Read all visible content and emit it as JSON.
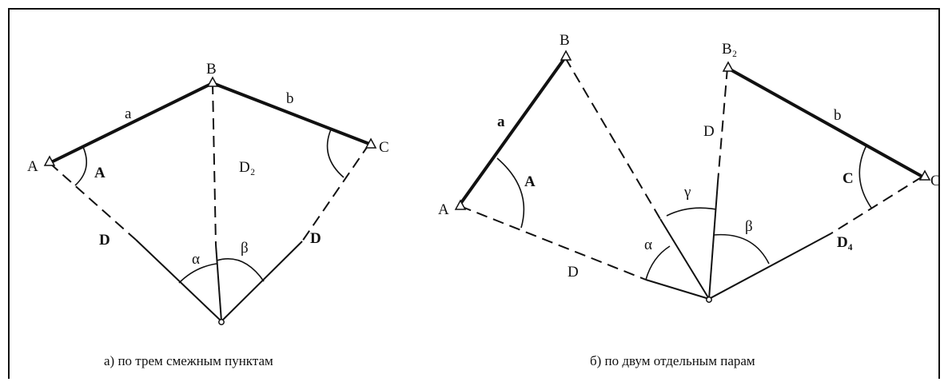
{
  "panel_a": {
    "caption": "а) по трем смежным пунктам",
    "points": {
      "A": "A",
      "B": "B",
      "C": "C"
    },
    "sides": {
      "a": "a",
      "b": "b",
      "D_left": "D",
      "D_right": "D",
      "D2": "D₂"
    },
    "angles": {
      "A": "A",
      "alpha": "α",
      "beta": "β"
    }
  },
  "panel_b": {
    "caption": "б) по двум отдельным парам",
    "points": {
      "A": "A",
      "B": "B",
      "B2": "B₂",
      "C": "C"
    },
    "sides": {
      "a": "a",
      "b": "b",
      "D": "D",
      "D_mid": "D",
      "D4": "D₄"
    },
    "angles": {
      "A": "A",
      "C": "C",
      "alpha": "α",
      "beta": "β",
      "gamma": "γ"
    }
  }
}
